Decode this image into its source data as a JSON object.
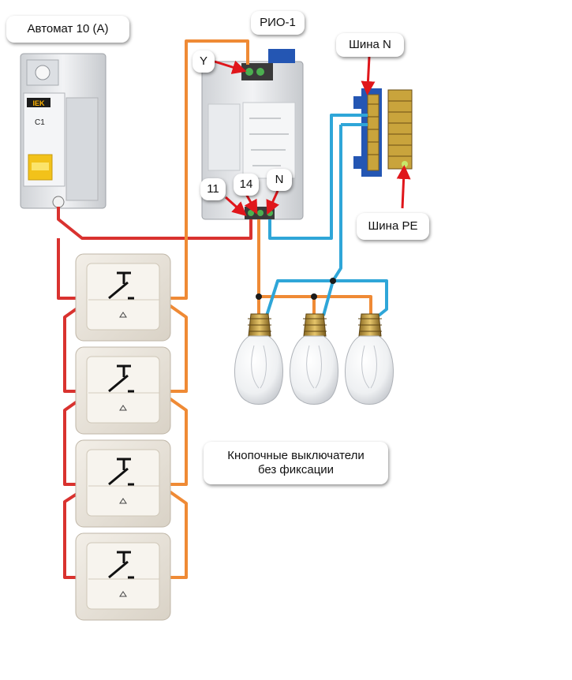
{
  "labels": {
    "breaker": "Автомат 10 (А)",
    "relay": "РИО-1",
    "terminal_y": "Y",
    "terminal_11": "11",
    "terminal_14": "14",
    "terminal_n": "N",
    "bus_n": "Шина N",
    "bus_pe": "Шина PE",
    "switches_line1": "Кнопочные выключатели",
    "switches_line2": "без фиксации"
  },
  "breaker_face": {
    "brand": "IEK",
    "rating": "C1"
  },
  "colors": {
    "phase": "#d9322f",
    "switched": "#ef8a35",
    "neutral": "#2fa6d8",
    "arrow": "#e0161b",
    "device": "#e3e5e8",
    "switch_frame": "#e6e0d6",
    "brass": "#c9a43c",
    "bus_mount": "#2456b3"
  },
  "counts": {
    "push_buttons": 4,
    "lamps": 3
  }
}
